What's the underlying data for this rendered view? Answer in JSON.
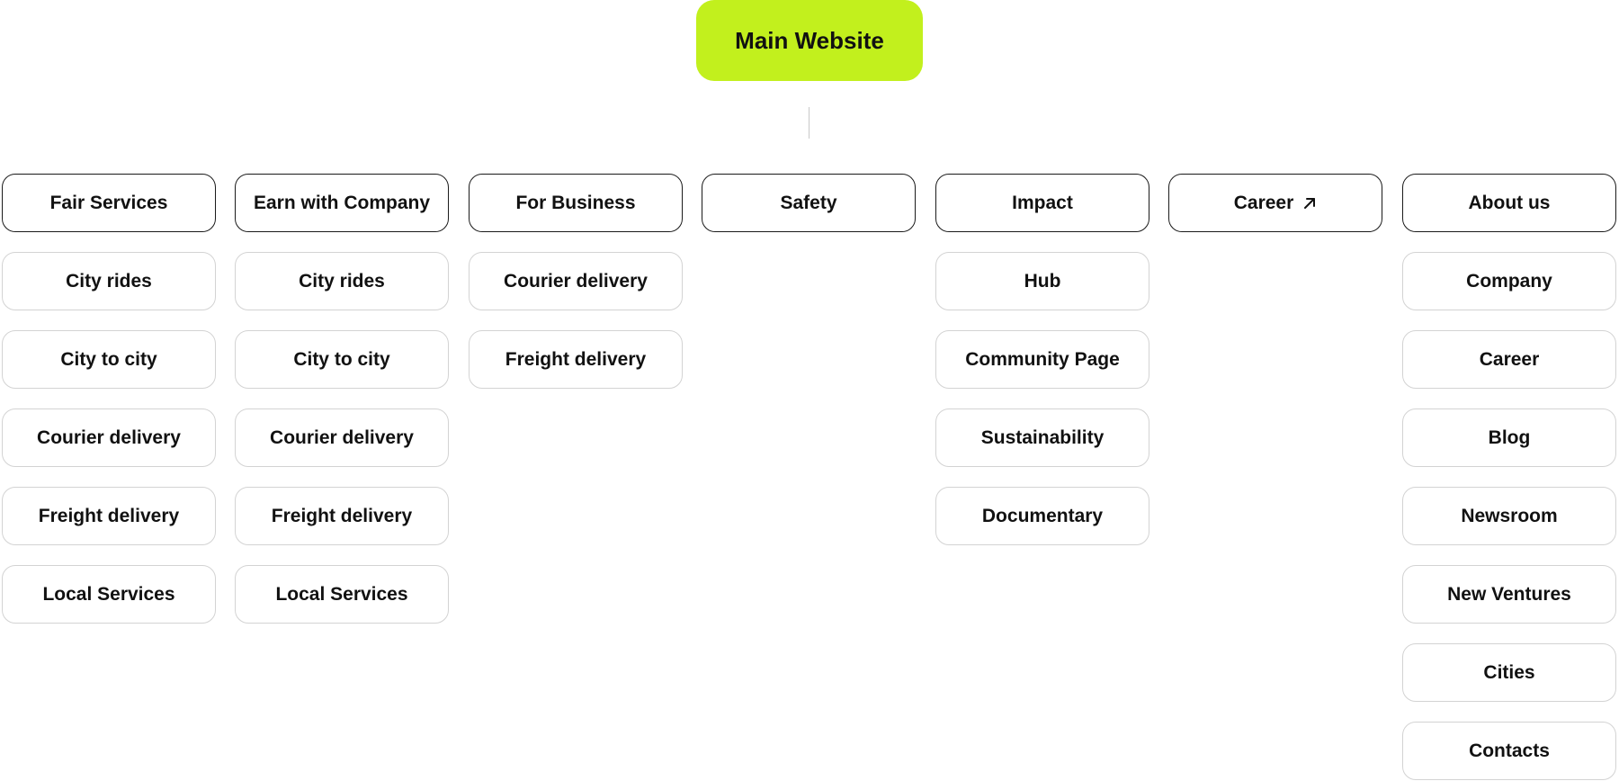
{
  "root": {
    "label": "Main Website",
    "color": "#c2f01d"
  },
  "columns": [
    {
      "title": "Fair Services",
      "items": [
        "City rides",
        "City to city",
        "Courier delivery",
        "Freight delivery",
        "Local Services"
      ]
    },
    {
      "title": "Earn with Company",
      "items": [
        "City rides",
        "City to city",
        "Courier delivery",
        "Freight delivery",
        "Local Services"
      ]
    },
    {
      "title": "For Business",
      "items": [
        "Courier delivery",
        "Freight delivery"
      ]
    },
    {
      "title": "Safety",
      "items": []
    },
    {
      "title": "Impact",
      "items": [
        "Hub",
        "Community Page",
        "Sustainability",
        "Documentary"
      ]
    },
    {
      "title": "Career",
      "icon": "arrow-up-right-icon",
      "items": []
    },
    {
      "title": "About us",
      "items": [
        "Company",
        "Career",
        "Blog",
        "Newsroom",
        "New Ventures",
        "Cities",
        "Contacts"
      ]
    }
  ]
}
